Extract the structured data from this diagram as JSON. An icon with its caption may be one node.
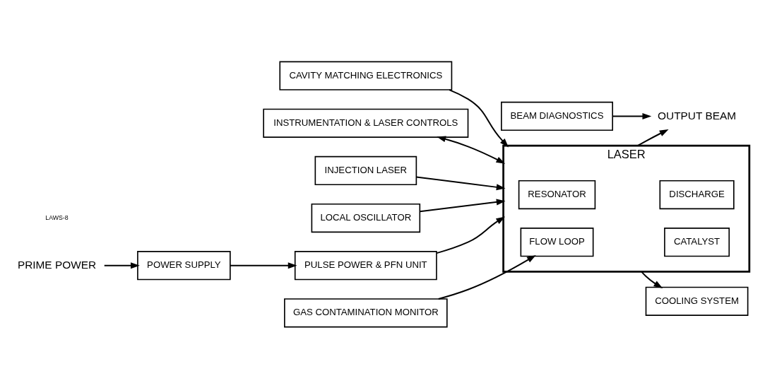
{
  "diagram": {
    "nodes": [
      {
        "text": [
          "LASER"
        ]
      },
      {
        "text": [
          "RESONATOR"
        ],
        "in": 0
      },
      {
        "text": [
          "DISCHARGE"
        ],
        "in": 0
      },
      {
        "text": [
          "FLOW LOOP"
        ],
        "in": 0
      },
      {
        "text": [
          "CATALYST"
        ],
        "in": 0
      },
      {
        "text": [
          "INJECTION LASER"
        ]
      },
      {
        "text": [
          "LOCAL OSCILLATOR"
        ]
      },
      {
        "text": [
          "PRIME POWER"
        ]
      },
      {
        "text": [
          "POWER SUPPLY"
        ]
      },
      {
        "text": [
          "PULSE POWER & PFN UNIT"
        ]
      },
      {
        "text": [
          "BEAM DIAGNOSTICS"
        ]
      },
      {
        "text": [
          "OUTPUT BEAM"
        ]
      },
      {
        "text": [
          "CAVITY MATCHING ELECTRONICS"
        ]
      },
      {
        "text": [
          "GAS CONTAMINATION MONITOR"
        ]
      },
      {
        "text": [
          "INSTRUMENTATION & LASER CONTROLS"
        ]
      },
      {
        "text": [
          "COOLING SYSTEM"
        ]
      }
    ],
    "edges": [
      {
        "from": 5,
        "to": 0,
        "arrow": "to"
      },
      {
        "from": 6,
        "to": 0,
        "arrow": "to"
      },
      {
        "from": 7,
        "to": 8,
        "arrow": "to"
      },
      {
        "from": 8,
        "to": 9,
        "arrow": "to"
      },
      {
        "from": 9,
        "to": 0,
        "arrow": "to"
      },
      {
        "from": 0,
        "to": 11,
        "arrow": "to"
      },
      {
        "from": 10,
        "to": 11,
        "arrow": "to"
      },
      {
        "from": 12,
        "to": 0,
        "arrow": "to"
      },
      {
        "from": 13,
        "to": 3,
        "arrow": "to"
      },
      {
        "from": 14,
        "to": 0,
        "arrow": "both"
      },
      {
        "from": 0,
        "to": 15,
        "arrow": "to"
      }
    ],
    "labels": [
      "LAWS-8"
    ]
  }
}
